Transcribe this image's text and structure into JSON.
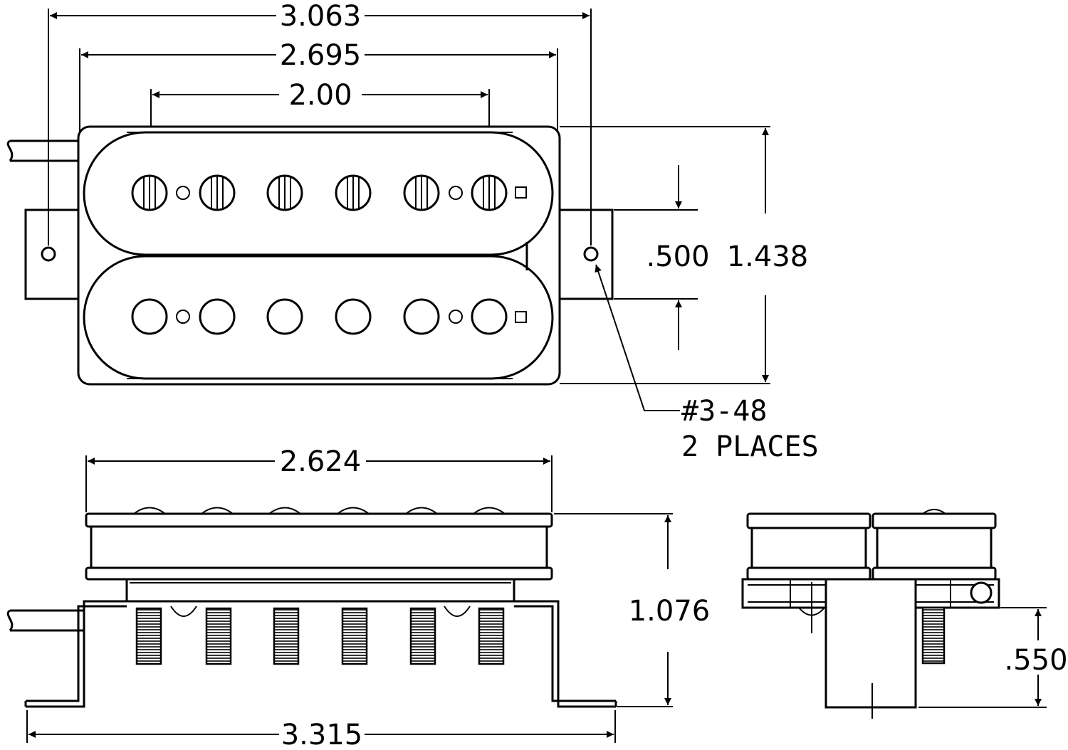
{
  "top_view": {
    "overall_width": "3.063",
    "cover_width": "2.695",
    "pole_spacing": "2.00",
    "height": "1.438",
    "mount_spacing": ".500",
    "screw_callout": "#3-48",
    "screw_places": "2 PLACES"
  },
  "side_view": {
    "top_width": "2.624",
    "base_width": "3.315",
    "height": "1.076"
  },
  "end_view": {
    "screw_length": ".550"
  }
}
